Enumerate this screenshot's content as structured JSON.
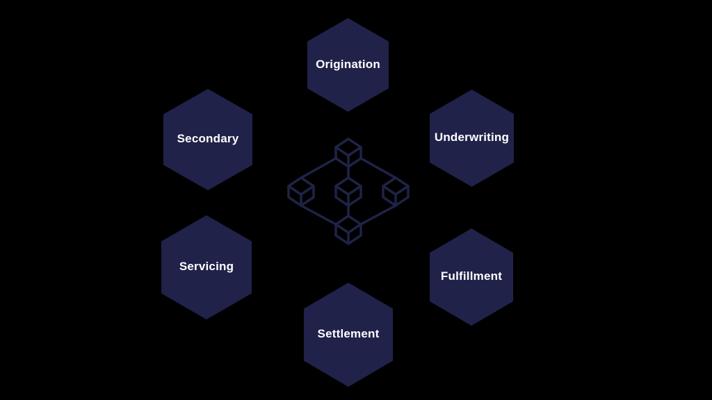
{
  "colors": {
    "background": "#000000",
    "hexagon_fill": "#21224a",
    "icon_stroke": "#1f2347",
    "label_text": "#ffffff"
  },
  "diagram": {
    "description": "Six-stage hexagon cycle around a blockchain network icon",
    "center_icon": "blockchain-cubes-icon",
    "nodes": [
      {
        "id": "origination",
        "label": "Origination",
        "position": "top"
      },
      {
        "id": "underwriting",
        "label": "Underwriting",
        "position": "upper-right"
      },
      {
        "id": "fulfillment",
        "label": "Fulfillment",
        "position": "lower-right"
      },
      {
        "id": "settlement",
        "label": "Settlement",
        "position": "bottom"
      },
      {
        "id": "servicing",
        "label": "Servicing",
        "position": "lower-left"
      },
      {
        "id": "secondary",
        "label": "Secondary",
        "position": "upper-left"
      }
    ]
  }
}
